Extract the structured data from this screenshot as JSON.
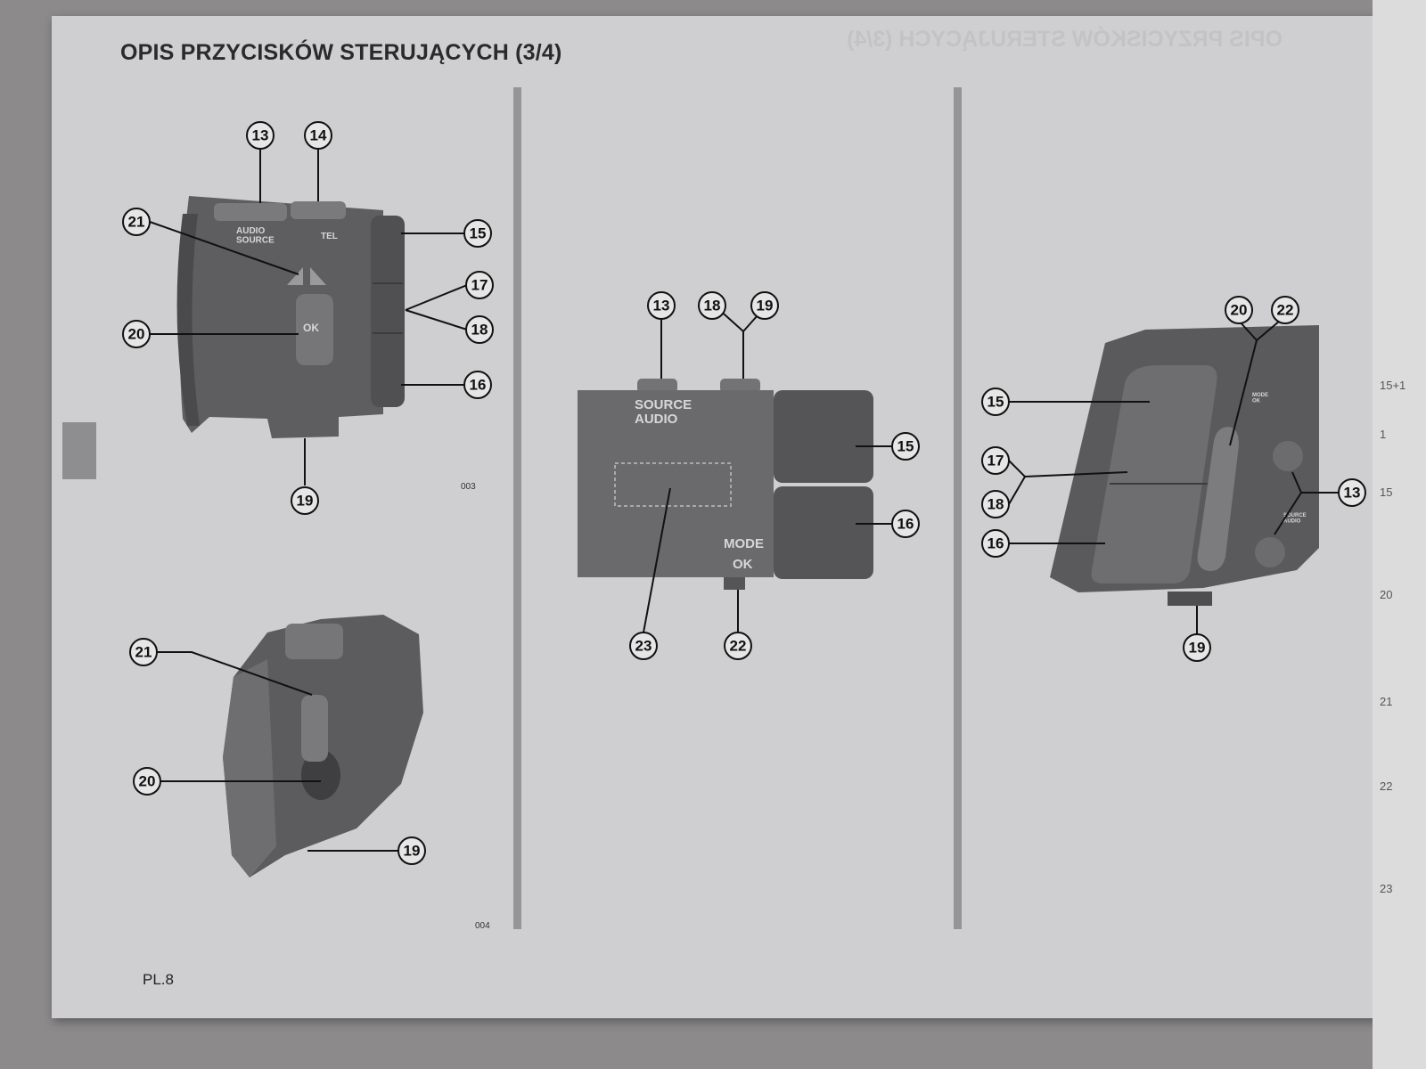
{
  "page": {
    "title": "OPIS PRZYCISKÓW STERUJĄCYCH (3/4)",
    "page_number": "PL.8"
  },
  "figures": {
    "fig1": {
      "caption": "003",
      "labels": {
        "audio_source": "AUDIO\nSOURCE",
        "tel": "TEL",
        "ok": "OK"
      },
      "callouts": [
        "13",
        "14",
        "21",
        "15",
        "17",
        "20",
        "18",
        "16",
        "19"
      ]
    },
    "fig2": {
      "caption": "004",
      "callouts": [
        "21",
        "20",
        "19"
      ]
    },
    "fig3": {
      "labels": {
        "source_audio": "SOURCE\nAUDIO",
        "mode": "MODE",
        "ok": "OK"
      },
      "callouts": [
        "13",
        "18",
        "19",
        "15",
        "16",
        "23",
        "22"
      ]
    },
    "fig4": {
      "labels": {
        "mode_ok": "MODE\nOK",
        "source_audio": "SOURCE\nAUDIO"
      },
      "callouts": [
        "20",
        "22",
        "15",
        "17",
        "18",
        "16",
        "13",
        "19"
      ]
    }
  },
  "right_page_edge": {
    "numbers": [
      "15+1",
      "1",
      "15",
      "20",
      "21",
      "22",
      "23"
    ]
  },
  "colors": {
    "page": "#cfcfd1",
    "control_body": "#6a6a6c",
    "control_dark": "#4c4c4e"
  }
}
